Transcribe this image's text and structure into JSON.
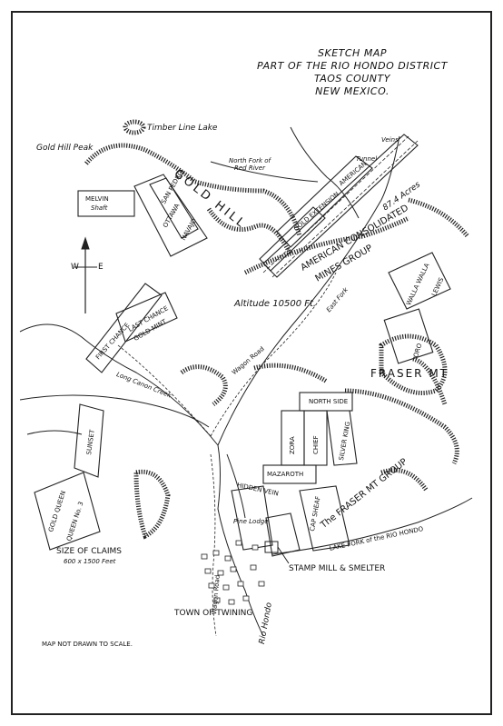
{
  "title": {
    "line1": "SKETCH MAP",
    "line2": "PART OF THE RIO HONDO DISTRICT",
    "line3": "TAOS COUNTY",
    "line4": "NEW MEXICO."
  },
  "compass": {
    "west": "W",
    "east": "E"
  },
  "places": {
    "timberline_lake": "Timber Line Lake",
    "gold_hill_peak": "Gold Hill Peak",
    "north_fork": "North Fork of",
    "red_river": "Red River",
    "veins": "Veins",
    "tunnel": "Tunnel",
    "gold_hill": "GOLD HILL",
    "altitude": "Altitude 10500 Ft.",
    "east_fork": "East Fork",
    "wagon_road_upper": "Wagon Road",
    "fraser_mt": "FRASER MT",
    "long_canon_creek": "Long Canon Creek",
    "pine_lodge": "Pine Lodge",
    "stamp_mill": "STAMP MILL & SMELTER",
    "lake_fork": "LAKE FORK of the RIO HONDO",
    "town": "TOWN OF TWINING",
    "rio_hondo": "Rio Hondo",
    "wagon_road_lower": "Wagon Road",
    "size_of_claims": "SIZE OF CLAIMS",
    "claim_dims": "600 x 1500 Feet",
    "not_to_scale": "MAP NOT DRAWN TO SCALE.",
    "american_group_1": "AMERICAN CONSOLIDATED",
    "american_group_2": "MINES GROUP",
    "acres": "87.4 Acres",
    "fraser_group_1": "The FRASER MT GROUP"
  },
  "claims": {
    "melvin": "MELVIN",
    "shaft": "Shaft",
    "ottawa": "OTTAWA",
    "navajo": "NAVAJO",
    "san_pedro": "SAN PEDRO",
    "first_chance": "FIRST CHANCE",
    "last_chance": "LAST CHANCE",
    "gold_mint": "GOLD MINT",
    "sunset": "SUNSET",
    "gold_queen": "GOLD QUEEN",
    "queen_no3": "QUEEN No. 3",
    "walla_walla": "WALLA WALLA",
    "oro": "ORO",
    "lewis": "LEWIS",
    "north_side": "NORTH SIDE",
    "zora": "ZORA",
    "chief": "CHIEF",
    "silver_king": "SILVER KING",
    "mazaroth": "MAZAROTH",
    "hidden_vein": "HIDDEN VEIN",
    "cap_sheaf": "CAP SHEAF",
    "american": "AMERICAN",
    "gold_extension": "GOLD EXTENSION"
  }
}
